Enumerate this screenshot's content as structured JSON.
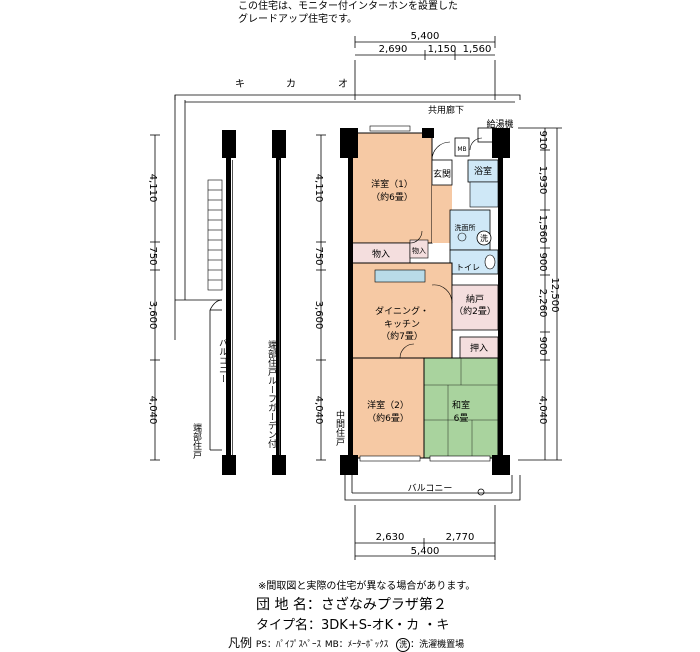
{
  "header_note": [
    "この住宅は、モニター付インターホンを設置した",
    "グレードアップ住宅です。"
  ],
  "dims_top": {
    "total": "5,400",
    "parts": [
      "2,690",
      "1,150",
      "1,560"
    ]
  },
  "dims_bottom": {
    "total": "5,400",
    "parts": [
      "2,630",
      "2,770"
    ]
  },
  "dims_left": [
    "4,110",
    "750",
    "3,600",
    "4,040"
  ],
  "dims_mid": [
    "4,110",
    "750",
    "3,600",
    "4,040"
  ],
  "dims_right": {
    "parts": [
      "910",
      "1,930",
      "1,560",
      "900",
      "2,260",
      "900",
      "4,040"
    ],
    "total": "12,500"
  },
  "grid_labels": [
    "キ",
    "カ",
    "オ"
  ],
  "labels": {
    "common_corridor": "共用廊下",
    "water_heater": "給湯機",
    "mb": "MB",
    "entrance": "玄関",
    "bath": "浴室",
    "washroom": "洗面所",
    "wash": "洗",
    "toilet": "トイレ",
    "storage": "物入",
    "storage_small": "物入",
    "western1": "洋室（1）",
    "western1_size": "（約6畳）",
    "dining": "ダイニング・",
    "kitchen": "キッチン",
    "dining_size": "（約7畳）",
    "nando": "納戸",
    "nando_size": "（約2畳）",
    "oshiire": "押入",
    "western2": "洋室（2）",
    "western2_size": "（約6畳）",
    "washitsu": "和室",
    "washitsu_size": "6畳",
    "balcony_bottom": "バルコニー",
    "balcony_left": "バルコニー",
    "end_unit": "端部住戸",
    "roof_garden": "端部住戸ルーフガーデン付",
    "middle_unit": "中間住戸"
  },
  "info": {
    "disclaimer": "※間取図と実際の住宅が異なる場合があります。",
    "name_label": "団 地 名：",
    "name_value": "さざなみプラザ第２",
    "type_label": "タイプ名：",
    "type_value": "3DK+S-オK・カ ・キ",
    "legend_label": "凡例",
    "legend_ps": "PS：ﾊﾟｲﾌﾟｽﾍﾟｰｽ",
    "legend_mb": "MB：ﾒｰﾀｰﾎﾞｯｸｽ",
    "legend_wash": "洗",
    "legend_wash_text": "：洗濯機置場"
  }
}
